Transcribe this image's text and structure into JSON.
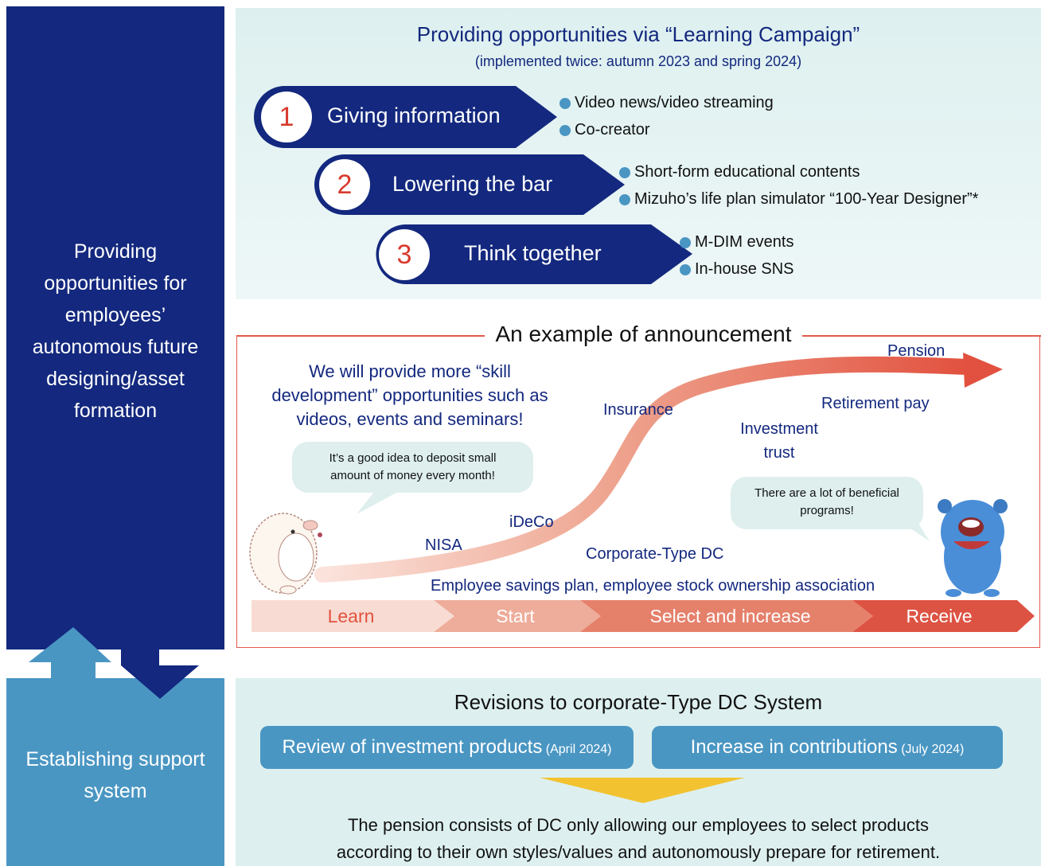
{
  "left": {
    "top_text": [
      "Providing",
      "opportunities for",
      "employees’",
      "autonomous future",
      "designing/asset",
      "formation"
    ],
    "bottom_text": [
      "Establishing support",
      "system"
    ]
  },
  "campaign": {
    "title": "Providing opportunities via “Learning Campaign”",
    "subtitle": "(implemented twice: autumn 2023 and spring 2024)",
    "steps": [
      {
        "number": "1",
        "label": "Giving information",
        "bullets": [
          "Video news/video streaming",
          "Co-creator"
        ]
      },
      {
        "number": "2",
        "label": "Lowering the bar",
        "bullets": [
          "Short-form educational contents",
          "Mizuho’s life plan simulator “100-Year Designer”*"
        ]
      },
      {
        "number": "3",
        "label": "Think together",
        "bullets": [
          "M-DIM events",
          "In-house SNS"
        ]
      }
    ]
  },
  "announcement": {
    "title": "An example of announcement",
    "headline": [
      "We will provide more “skill",
      "development” opportunities such as",
      "videos, events and seminars!"
    ],
    "bubble_left": [
      "It’s a good idea to deposit small",
      "amount of money every month!"
    ],
    "bubble_right": [
      "There are a lot of beneficial",
      "programs!"
    ],
    "curve_labels": {
      "pension": "Pension",
      "retirement_pay": "Retirement pay",
      "insurance": "Insurance",
      "investment_trust": [
        "Investment",
        "trust"
      ],
      "ideco": "iDeCo",
      "nisa": "NISA",
      "corporate_dc": "Corporate-Type DC",
      "employee_savings": "Employee savings plan, employee stock ownership association"
    },
    "stages": [
      "Learn",
      "Start",
      "Select and increase",
      "Receive"
    ]
  },
  "revisions": {
    "title": "Revisions to corporate-Type DC System",
    "items": [
      {
        "main": "Review of investment products",
        "date": "(April 2024)"
      },
      {
        "main": "Increase in contributions",
        "date": "(July 2024)"
      }
    ],
    "conclusion": [
      "The pension consists of DC only allowing our employees to select products",
      "according to their own styles/values and autonomously prepare for retirement."
    ]
  },
  "colors": {
    "navy": "#13287e",
    "light_blue": "#4a96c3",
    "teal_bg": "#ddf0ef",
    "red": "#e15a4a",
    "yellow": "#f2c230"
  }
}
